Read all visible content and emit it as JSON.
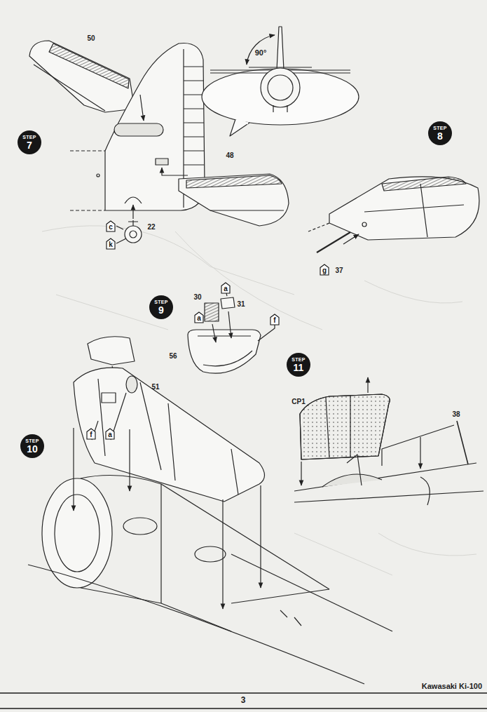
{
  "diagram": {
    "nodes": [
      {
        "text": [
          "STEP",
          "7"
        ]
      },
      {
        "text": [
          "c"
        ]
      },
      {
        "text": [
          "k"
        ]
      },
      {
        "text": [
          "STEP",
          "8"
        ]
      },
      {
        "text": [
          "g"
        ]
      },
      {
        "text": [
          "STEP",
          "9"
        ]
      },
      {
        "text": [
          "a"
        ]
      },
      {
        "text": [
          "a"
        ]
      },
      {
        "text": [
          "f"
        ]
      },
      {
        "text": [
          "STEP",
          "10"
        ]
      },
      {
        "text": [
          "f"
        ]
      },
      {
        "text": [
          "a"
        ]
      },
      {
        "text": [
          "STEP",
          "11"
        ]
      }
    ],
    "labels": [
      "50",
      "90°",
      "48",
      "22",
      "37",
      "30",
      "31",
      "56",
      "51",
      "CP1",
      "38",
      "Kawasaki Ki-100",
      "3"
    ]
  }
}
